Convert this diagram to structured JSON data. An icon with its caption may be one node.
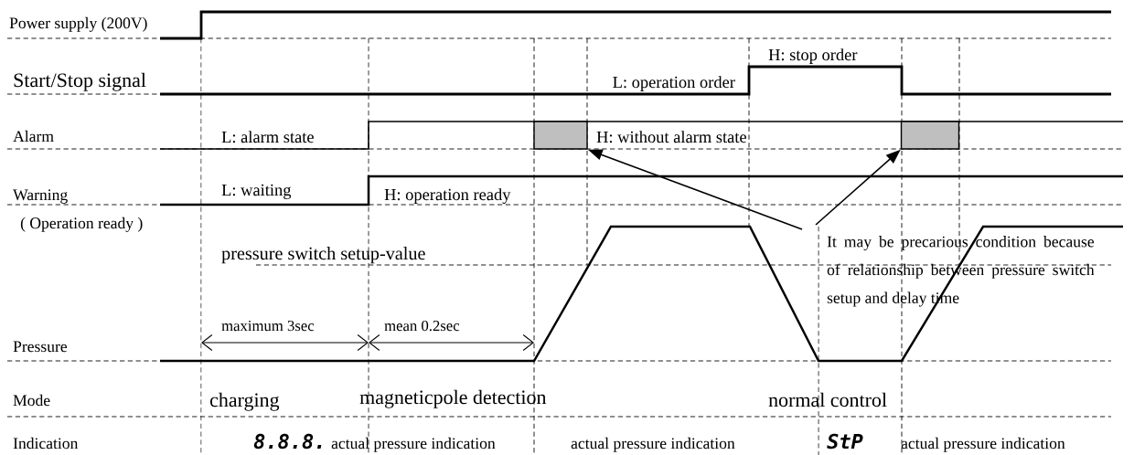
{
  "diagram": {
    "nodes": [
      {
        "text": [
          "It may be precarious condition because of relationship between pressure switch setup and delay time"
        ]
      },
      {
        "text": [],
        "shape": "box"
      },
      {
        "text": [],
        "shape": "box"
      }
    ],
    "edges": [
      {
        "from": 0,
        "to": 1,
        "arrow": "to"
      },
      {
        "from": 0,
        "to": 2,
        "arrow": "to"
      }
    ],
    "labels": [
      "Power supply (200V)",
      "H: stop order",
      "Start/Stop signal",
      "L: operation order",
      "Alarm",
      "L: alarm state",
      "H: without alarm state",
      "Warning",
      "L: waiting",
      "H: operation ready",
      "( Operation ready )",
      "pressure switch setup-value",
      "maximum 3sec",
      "mean 0.2sec",
      "Pressure",
      "Mode",
      "charging",
      "magneticpole detection",
      "normal control",
      "Indication",
      "8.8.8.",
      "actual pressure indication",
      "actual pressure indication",
      "StP",
      "actual pressure indication"
    ]
  }
}
